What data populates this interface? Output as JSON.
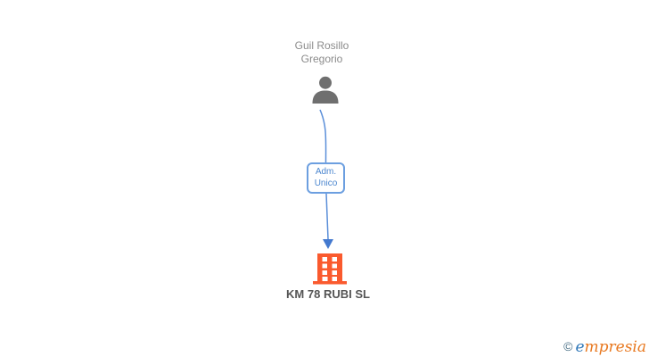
{
  "chart": {
    "person": {
      "name_line1": "Guil Rosillo",
      "name_line2": "Gregorio"
    },
    "relationship": {
      "line1": "Adm.",
      "line2": "Unico"
    },
    "company": {
      "name": "KM 78 RUBI SL"
    }
  },
  "footer": {
    "copyright_symbol": "©",
    "brand_first_letter": "e",
    "brand_rest": "mpresia"
  },
  "colors": {
    "person_icon_gray": "#6f6f6f",
    "person_name_text": "#8b8b8b",
    "connector_blue": "#5b8fd9",
    "arrowhead_blue": "#4379cf",
    "relationship_border": "#6c9fe0",
    "relationship_text": "#4b86cf",
    "building_orange": "#fa5a2e",
    "company_name_text": "#555555",
    "brand_copyright": "#4a7086",
    "brand_blue": "#2e77b8",
    "brand_orange": "#e8781f"
  }
}
